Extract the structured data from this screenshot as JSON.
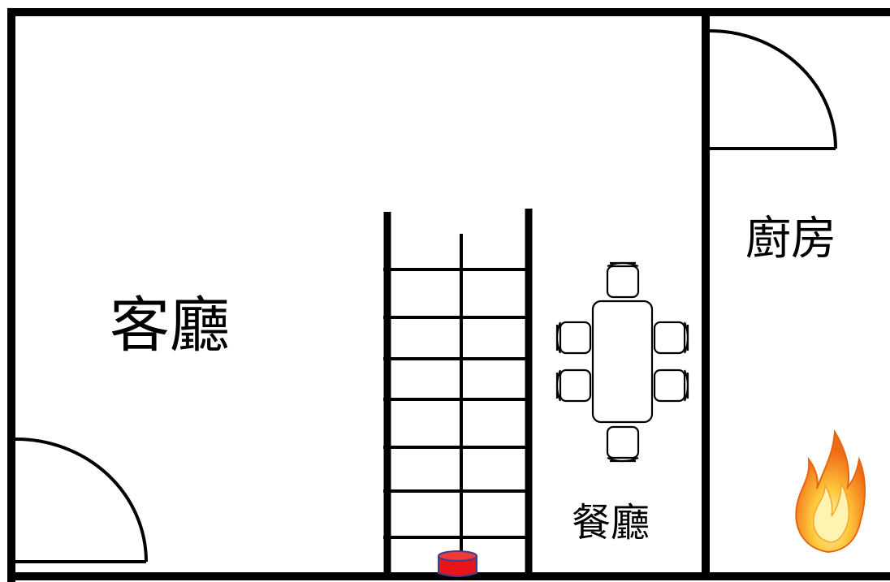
{
  "rooms": {
    "living_room": "客廳",
    "kitchen": "廚房",
    "dining_room": "餐廳"
  },
  "icons": {
    "fire": "fire-icon",
    "smoke_detector": "detector-icon"
  },
  "colors": {
    "walls": "#000000",
    "background": "#ffffff",
    "detector_fill": "#e8141c",
    "detector_outline": "#3a3f8f",
    "flame_outer": "#f37a1f",
    "flame_inner": "#ffd23f"
  }
}
